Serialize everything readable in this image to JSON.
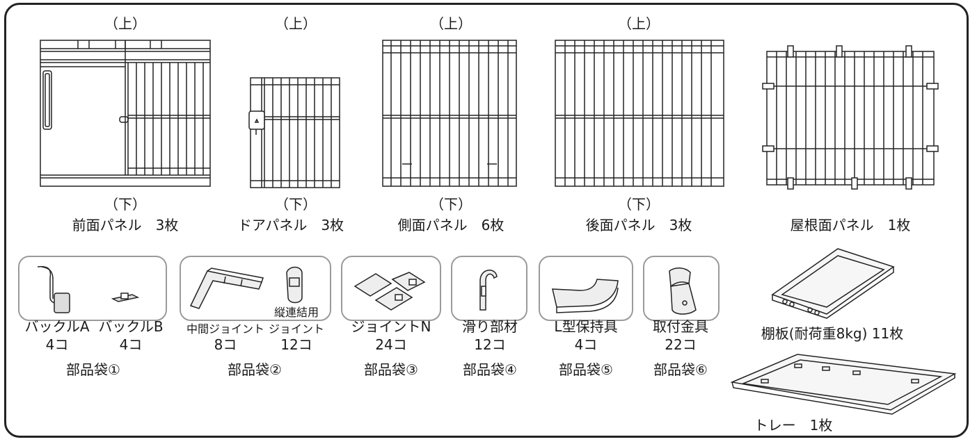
{
  "panels": [
    {
      "id": "front",
      "top_label": "（上）",
      "bottom_label": "（下）",
      "name": "前面パネル　3枚"
    },
    {
      "id": "door",
      "top_label": "（上）",
      "bottom_label": "（下）",
      "name": "ドアパネル　3枚"
    },
    {
      "id": "side",
      "top_label": "（上）",
      "bottom_label": "（下）",
      "name": "側面パネル　6枚"
    },
    {
      "id": "back",
      "top_label": "（上）",
      "bottom_label": "（下）",
      "name": "後面パネル　3枚"
    },
    {
      "id": "roof",
      "name": "屋根面パネル　1枚"
    }
  ],
  "bags": [
    {
      "bag_label": "部品袋①",
      "items": [
        {
          "name": "バックルA",
          "count": "4コ"
        },
        {
          "name": "バックルB",
          "count": "4コ"
        }
      ]
    },
    {
      "bag_label": "部品袋②",
      "items": [
        {
          "name": "中間ジョイント",
          "count": "8コ"
        },
        {
          "name_line1": "縦連結用",
          "name_line2": "ジョイント",
          "count": "12コ"
        }
      ]
    },
    {
      "bag_label": "部品袋③",
      "items": [
        {
          "name": "ジョイントN",
          "count": "24コ"
        }
      ]
    },
    {
      "bag_label": "部品袋④",
      "items": [
        {
          "name": "滑り部材",
          "count": "12コ"
        }
      ]
    },
    {
      "bag_label": "部品袋⑤",
      "items": [
        {
          "name": "L型保持具",
          "count": "4コ"
        }
      ]
    },
    {
      "bag_label": "部品袋⑥",
      "items": [
        {
          "name": "取付金具",
          "count": "22コ"
        }
      ]
    }
  ],
  "extras": [
    {
      "id": "shelf",
      "name": "棚板(耐荷重8kg)  11枚"
    },
    {
      "id": "tray",
      "name": "トレー　1枚"
    }
  ]
}
